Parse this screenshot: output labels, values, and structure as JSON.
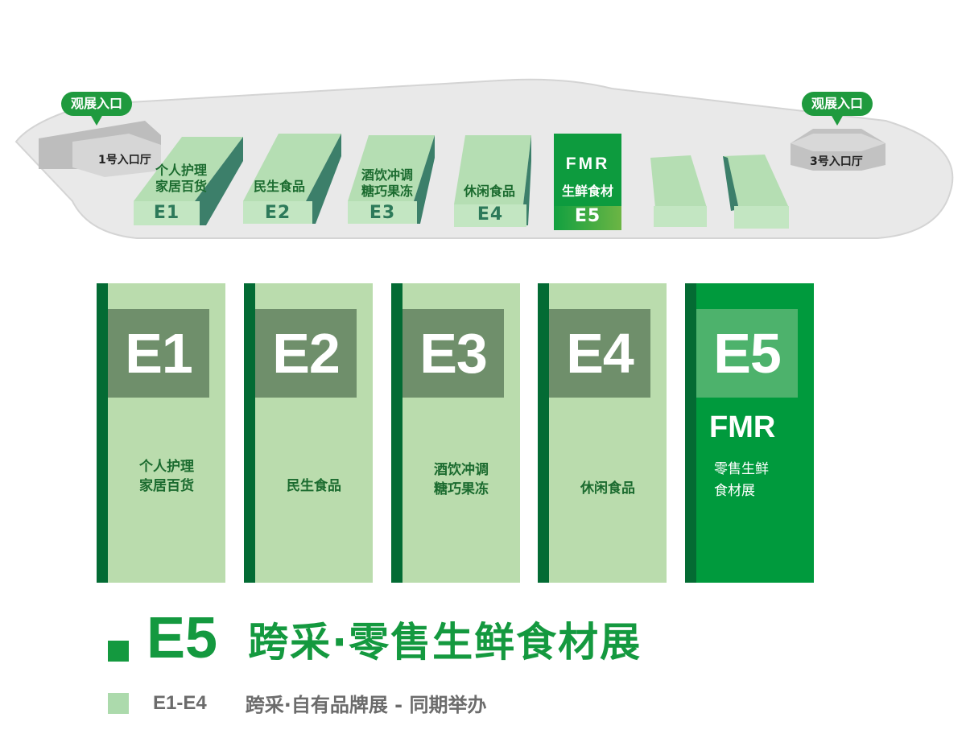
{
  "floor_map": {
    "entrances": [
      {
        "label": "观展入口",
        "position": "left"
      },
      {
        "label": "观展入口",
        "position": "right"
      }
    ],
    "lobbies": [
      {
        "label": "1号入口厅"
      },
      {
        "label": "3号入口厅"
      }
    ],
    "halls": [
      {
        "code": "E1",
        "label_line1": "个人护理",
        "label_line2": "家居百货"
      },
      {
        "code": "E2",
        "label_line1": "民生食品",
        "label_line2": ""
      },
      {
        "code": "E3",
        "label_line1": "酒饮冲调",
        "label_line2": "糖巧果冻"
      },
      {
        "code": "E4",
        "label_line1": "休闲食品",
        "label_line2": ""
      },
      {
        "code": "E5",
        "brand": "FMR",
        "label_line1": "生鲜食材",
        "label_line2": "",
        "highlighted": true
      }
    ],
    "unlabeled_halls": 2
  },
  "columns": [
    {
      "code": "E1",
      "line1": "个人护理",
      "line2": "家居百货"
    },
    {
      "code": "E2",
      "line1": "民生食品",
      "line2": ""
    },
    {
      "code": "E3",
      "line1": "酒饮冲调",
      "line2": "糖巧果冻"
    },
    {
      "code": "E4",
      "line1": "休闲食品",
      "line2": ""
    },
    {
      "code": "E5",
      "brand": "FMR",
      "line1": "零售生鲜",
      "line2": "食材展",
      "highlighted": true
    }
  ],
  "legend": {
    "main": {
      "code": "E5",
      "text": "跨采·零售生鲜食材展"
    },
    "sub": {
      "code": "E1-E4",
      "text": "跨采·自有品牌展 - 同期举办"
    }
  },
  "colors": {
    "primary_green": "#14993f",
    "dark_green": "#036b34",
    "light_green": "#badcad",
    "code_box": "#6f8f6b",
    "floor_gray": "#e8e8e8",
    "legend_gray": "#6b6b6b"
  }
}
